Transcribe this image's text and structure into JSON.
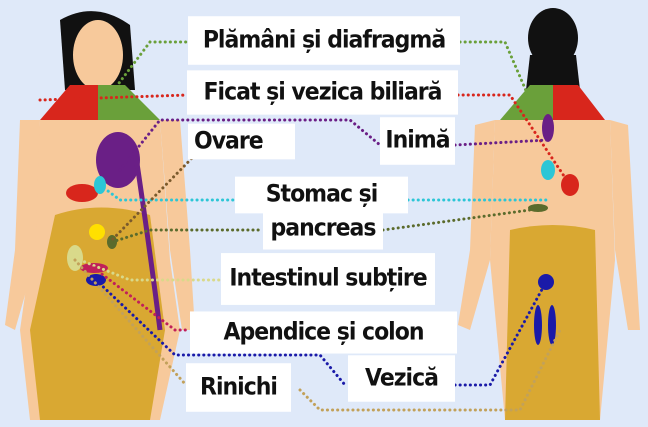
{
  "labels": {
    "lungs": "Plămâni și diafragmă",
    "liver": "Ficat și vezica biliară",
    "ovaries": "Ovare",
    "heart": "Inimă",
    "stomach_1": "Stomac și",
    "stomach_2": "pancreas",
    "small_intestine": "Intestinul subțire",
    "appendix": "Apendice și colon",
    "bladder": "Vezică",
    "kidneys": "Rinichi"
  },
  "colors": {
    "background": "#dfe9f9",
    "skin": "#f7c99b",
    "hair": "#111111",
    "lungs": "#6aa03a",
    "liver": "#d8261c",
    "ovaries": "#6a1f86",
    "heart": "#6a1f86",
    "stomach": "#2cc6d6",
    "pancreas": "#5b6b2c",
    "small_intestine": "#d9d98a",
    "appendix": "#c01f5a",
    "bladder": "#1a1aa8",
    "kidneys": "#c2a15a",
    "pelvis": "#d9a832"
  }
}
